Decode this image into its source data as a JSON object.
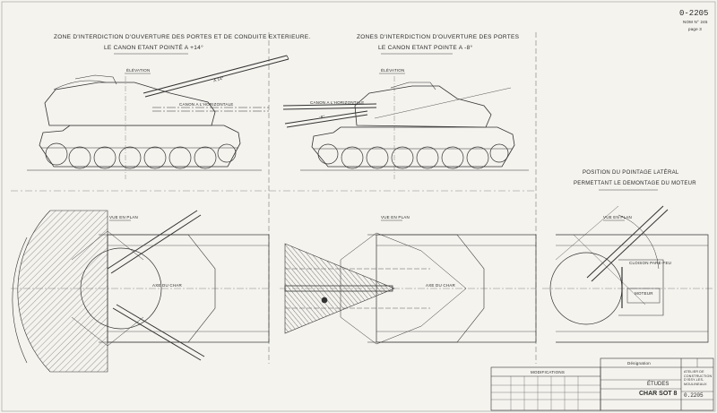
{
  "document": {
    "ref_number": "0-2205",
    "ref_sub": "NOM N° 245",
    "ref_page": "page 3"
  },
  "views": {
    "left_title_1": "ZONE D'INTERDICTION D'OUVERTURE DES PORTES ET DE CONDUITE EXTERIEURE.",
    "left_title_2": "LE CANON ETANT POINTÉ A +14°",
    "mid_title_1": "ZONES D'INTERDICTION D'OUVERTURE DES PORTES",
    "mid_title_2": "LE CANON ETANT POINTE A -8°",
    "right_title_1": "POSITION DU POINTAGE LATÉRAL",
    "right_title_2": "PERMETTANT LE DEMONTAGE DU MOTEUR",
    "elevation_label": "ÉLÉVATION",
    "plan_label": "VUE EN PLAN",
    "axis_label": "AXE DU CHAR",
    "left_gun_note": "A 14°",
    "canon_note": "CANON A L'HORIZONTALE",
    "mid_gun_note": "-8°",
    "cloison_label": "CLOISON PARE-FEU",
    "moteur_label": "MOTEUR"
  },
  "title_block": {
    "modifications_label": "MODIFICATIONS",
    "designation_label": "Désignation",
    "company": "ATELIER DE CONSTRUCTION D'ISSY-LES-MOULINEAUX",
    "etudes": "ÉTUDES",
    "vehicle": "CHAR SOT 8",
    "ref_number": "0.2205"
  }
}
